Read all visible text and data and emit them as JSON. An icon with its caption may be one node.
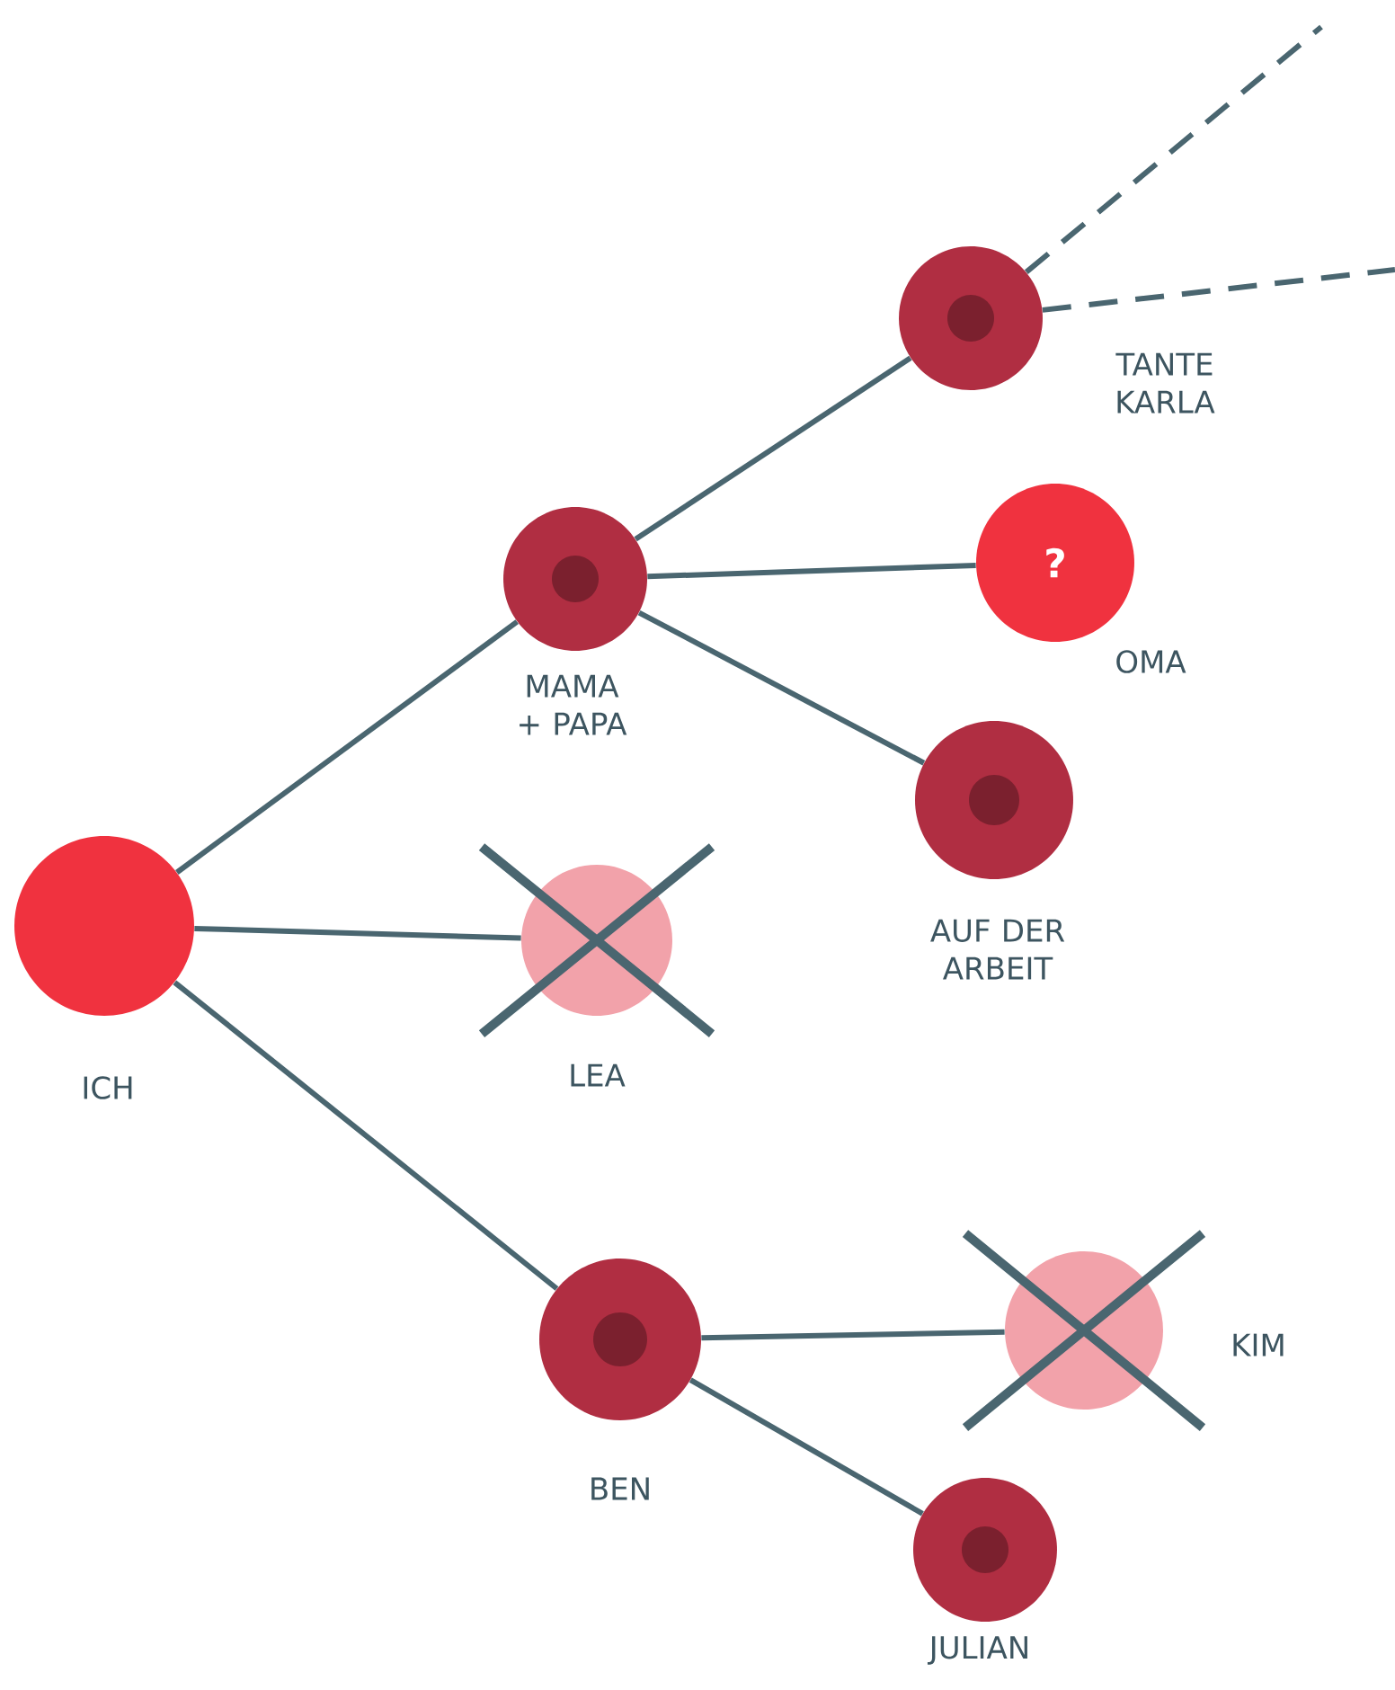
{
  "diagram": {
    "nodes": [
      {
        "text": [
          "ICH"
        ]
      },
      {
        "text": [
          "MAMA + PAPA"
        ]
      },
      {
        "text": [
          "LEA"
        ]
      },
      {
        "text": [
          "BEN"
        ]
      },
      {
        "text": [
          "TANTE KARLA"
        ]
      },
      {
        "text": [
          "?",
          "OMA"
        ]
      },
      {
        "text": [
          "AUF DER ARBEIT"
        ]
      },
      {
        "text": [
          "KIM"
        ]
      },
      {
        "text": [
          "JULIAN"
        ]
      }
    ],
    "edges": [
      {
        "from": 0,
        "to": 1,
        "arrow": "none"
      },
      {
        "from": 0,
        "to": 2,
        "arrow": "none"
      },
      {
        "from": 0,
        "to": 3,
        "arrow": "none"
      },
      {
        "from": 1,
        "to": 4,
        "arrow": "none"
      },
      {
        "from": 1,
        "to": 5,
        "arrow": "none"
      },
      {
        "from": 1,
        "to": 6,
        "arrow": "none"
      },
      {
        "from": 3,
        "to": 7,
        "arrow": "none"
      },
      {
        "from": 3,
        "to": 8,
        "arrow": "none"
      },
      {
        "from": 4,
        "to": null,
        "arrow": "none",
        "style": "dashed"
      },
      {
        "from": 4,
        "to": null,
        "arrow": "none",
        "style": "dashed"
      }
    ]
  }
}
